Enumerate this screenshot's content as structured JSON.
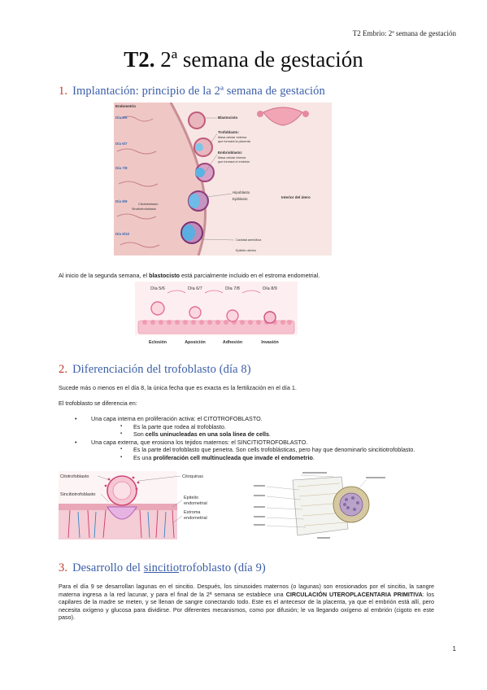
{
  "header": {
    "running_title": "T2 Embrio: 2ª semana de gestación"
  },
  "title": {
    "code": "T2.",
    "text": " 2ª semana de gestación"
  },
  "section1": {
    "number": "1.",
    "heading": "Implantación: principio de la 2ª semana de gestación",
    "figure1": {
      "labels": {
        "endometrio": "Endometrio",
        "day1": "Día 5/6",
        "day2": "Día 6/7",
        "day3": "Día 7/8",
        "day4": "Día 8/9",
        "day5": "Día 9/10",
        "blastocisto": "Blastocisto",
        "trofoblasto": "Trofoblasto:",
        "trofoblasto_desc1": "Masa celular externa",
        "trofoblasto_desc2": "que formará la placenta",
        "embrioblasto": "Embrioblasto:",
        "embrioblasto_desc1": "Masa celular interna",
        "embrioblasto_desc2": "que formará el embrión",
        "hipoblasto": "Hipoblasto",
        "epiblasto": "Epiblasto",
        "citotrofoblasto": "Citotrofoblasto",
        "sincitiotrofoblasto": "Sincitiotrofoblasto",
        "interior_utero": "Interior del útero",
        "cavidad_amniotica": "Cavidad amniótica",
        "epitelio_uterino": "Epitelio uterino"
      }
    },
    "caption_pre": "Al inicio de la segunda semana, el ",
    "caption_bold": "blastocisto",
    "caption_post": " está parcialmente incluido en el estroma endometrial.",
    "figure2": {
      "days": [
        "Día 5/6",
        "Día 6/7",
        "Día 7/8",
        "Día 8/9"
      ],
      "stages": [
        "Eclosión",
        "Aposición",
        "Adhesión",
        "Invasión"
      ]
    }
  },
  "section2": {
    "number": "2.",
    "heading": "Diferenciación del trofoblasto (día 8)",
    "p1": "Sucede más o menos en el día 8, la única fecha que es exacta es la fertilización en el día 1.",
    "p2": "El trofoblasto se diferencia en:",
    "b1_pre": "Una capa interna en proliferación activa: el ",
    "b1_term": "CITOTROFOBLASTO",
    "b1_post": ".",
    "b1_sub1": "Es la parte que rodea al trofoblasto.",
    "b1_sub2_pre": "Son ",
    "b1_sub2_bold": "cells uninucleadas en una sola línea de cells",
    "b1_sub2_post": ".",
    "b2_pre": "Una capa externa, que erosiona los tejidos maternos: el ",
    "b2_term": "SINCITIOTROFOBLASTO",
    "b2_post": ".",
    "b2_sub1": "Es la parte del trofoblasto que penetra. Son cells trofoblásticas, pero hay que denominarlo sincitiotrofoblasto.",
    "b2_sub2_pre": "Es una ",
    "b2_sub2_bold": "proliferación cell multinucleada que invade el endometrio",
    "b2_sub2_post": ".",
    "figure3": {
      "citotrofoblasto": "Citotrofoblasto",
      "citoquinas": "Citoquinas",
      "sincitiotrofoblasto": "Sincitiotrofoblasto",
      "epitelio_1": "Epitelio",
      "epitelio_2": "endometrial",
      "estroma_1": "Estroma",
      "estroma_2": "endometrial"
    }
  },
  "section3": {
    "number": "3.",
    "heading_pre": "Desarrollo del ",
    "heading_ul": "sincitio",
    "heading_post": "trofoblasto (día 9)",
    "p_pre": "Para el día 9 se desarrollan lagunas en el sincitio. Después, los sinusoides maternos (o lagunas) son erosionados por el sincitio, la sangre materna ingresa a la red lacunar, y para el final de la 2ª semana se establece una ",
    "p_bold": "CIRCULACIÓN UTEROPLACENTARIA PRIMITIVA",
    "p_post": ": los capilares de la madre se meten, y se llenan de sangre conectando todo. Este es el antecesor de la placenta, ya que el embrión está allí, pero necesita oxígeno y glucosa para dividirse. Por diferentes mecanismos, como por difusión; le va llegando oxígeno al embrión (cigoto en este paso)."
  },
  "footer": {
    "page_number": "1"
  }
}
